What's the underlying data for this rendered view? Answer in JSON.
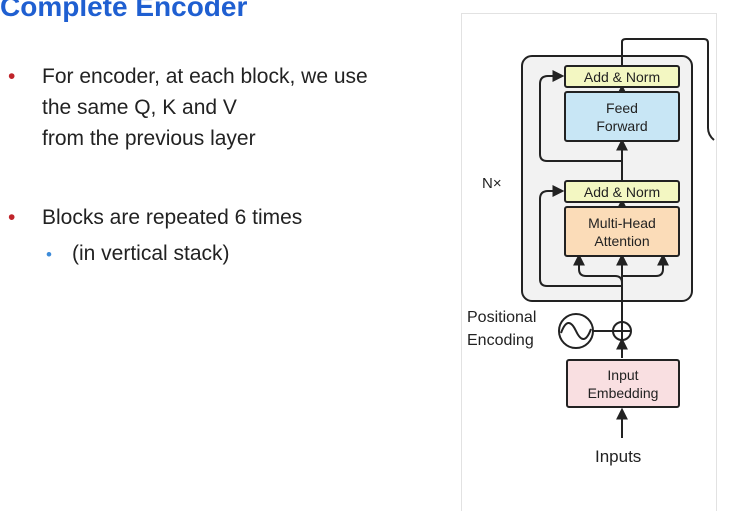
{
  "slide": {
    "title": "Complete Encoder",
    "bullets": [
      {
        "lines": [
          "For encoder, at each block, we use",
          "the same Q, K and V",
          "from the previous layer"
        ]
      },
      {
        "lines": [
          "Blocks are repeated 6 times"
        ],
        "sub": "(in vertical stack)"
      }
    ]
  },
  "diagram": {
    "add_norm_top": "Add & Norm",
    "feed_forward": [
      "Feed",
      "Forward"
    ],
    "add_norm_bottom": "Add & Norm",
    "multi_head": [
      "Multi-Head",
      "Attention"
    ],
    "nx_label": "N×",
    "positional": [
      "Positional",
      "Encoding"
    ],
    "embedding": [
      "Input",
      "Embedding"
    ],
    "inputs": "Inputs",
    "colors": {
      "add_norm": "#f3f7c2",
      "feed_forward": "#c8e6f5",
      "multi_head": "#fbdcb8",
      "embedding": "#f9dfe1",
      "block_bg": "#f2f2f2",
      "title": "#1f5fd1",
      "bullet": "#c0242a",
      "sub_bullet": "#3d8bd9"
    }
  }
}
